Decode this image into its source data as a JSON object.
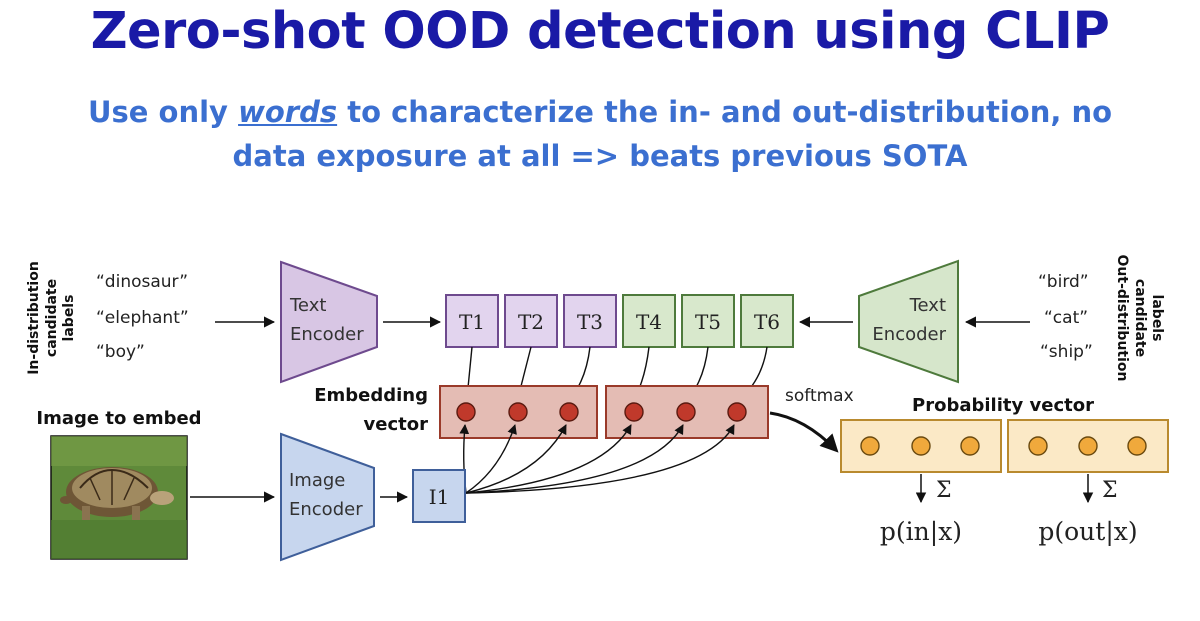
{
  "title": "Zero-shot OOD detection using CLIP",
  "subtitle": {
    "pre": "Use only ",
    "em": "words",
    "post": " to characterize the in- and out-distribution, no",
    "line2": "data exposure at all => beats previous SOTA"
  },
  "in_labels_caption": [
    "In-distribution",
    "candidate",
    "labels"
  ],
  "out_labels_caption": [
    "Out-distribution",
    "candidate",
    "labels"
  ],
  "in_labels": [
    "“dinosaur”",
    "“elephant”",
    "“boy”"
  ],
  "out_labels": [
    "“bird”",
    "“cat”",
    "“ship”"
  ],
  "text_encoder": [
    "Text",
    "Encoder"
  ],
  "image_encoder": [
    "Image",
    "Encoder"
  ],
  "tokens_in": [
    "T1",
    "T2",
    "T3"
  ],
  "tokens_out": [
    "T4",
    "T5",
    "T6"
  ],
  "image_token": "I1",
  "embedding_label": [
    "Embedding",
    "vector"
  ],
  "image_caption": "Image to embed",
  "image_description": "tortoise",
  "softmax_label": "softmax",
  "prob_label": "Probability vector",
  "sum_symbol": "Σ",
  "p_in": "p(in|x)",
  "p_out": "p(out|x)",
  "colors": {
    "title": "#1a1aa6",
    "subtitle": "#3b6fd0",
    "in_token_fill": "#e2d4ee",
    "in_token_stroke": "#6e4a8e",
    "out_token_fill": "#d8e8cc",
    "out_token_stroke": "#4e7a3c",
    "text_encoder_fill": "#d8c6e4",
    "text_encoder2_fill": "#d6e6cb",
    "image_encoder_fill": "#c7d6ee",
    "embed_fill": "#e4bcb4",
    "embed_stroke": "#9a3a2a",
    "embed_dot": "#c0392b",
    "prob_fill": "#fbe9c6",
    "prob_stroke": "#b98a2e",
    "prob_dot": "#f0a93c"
  }
}
